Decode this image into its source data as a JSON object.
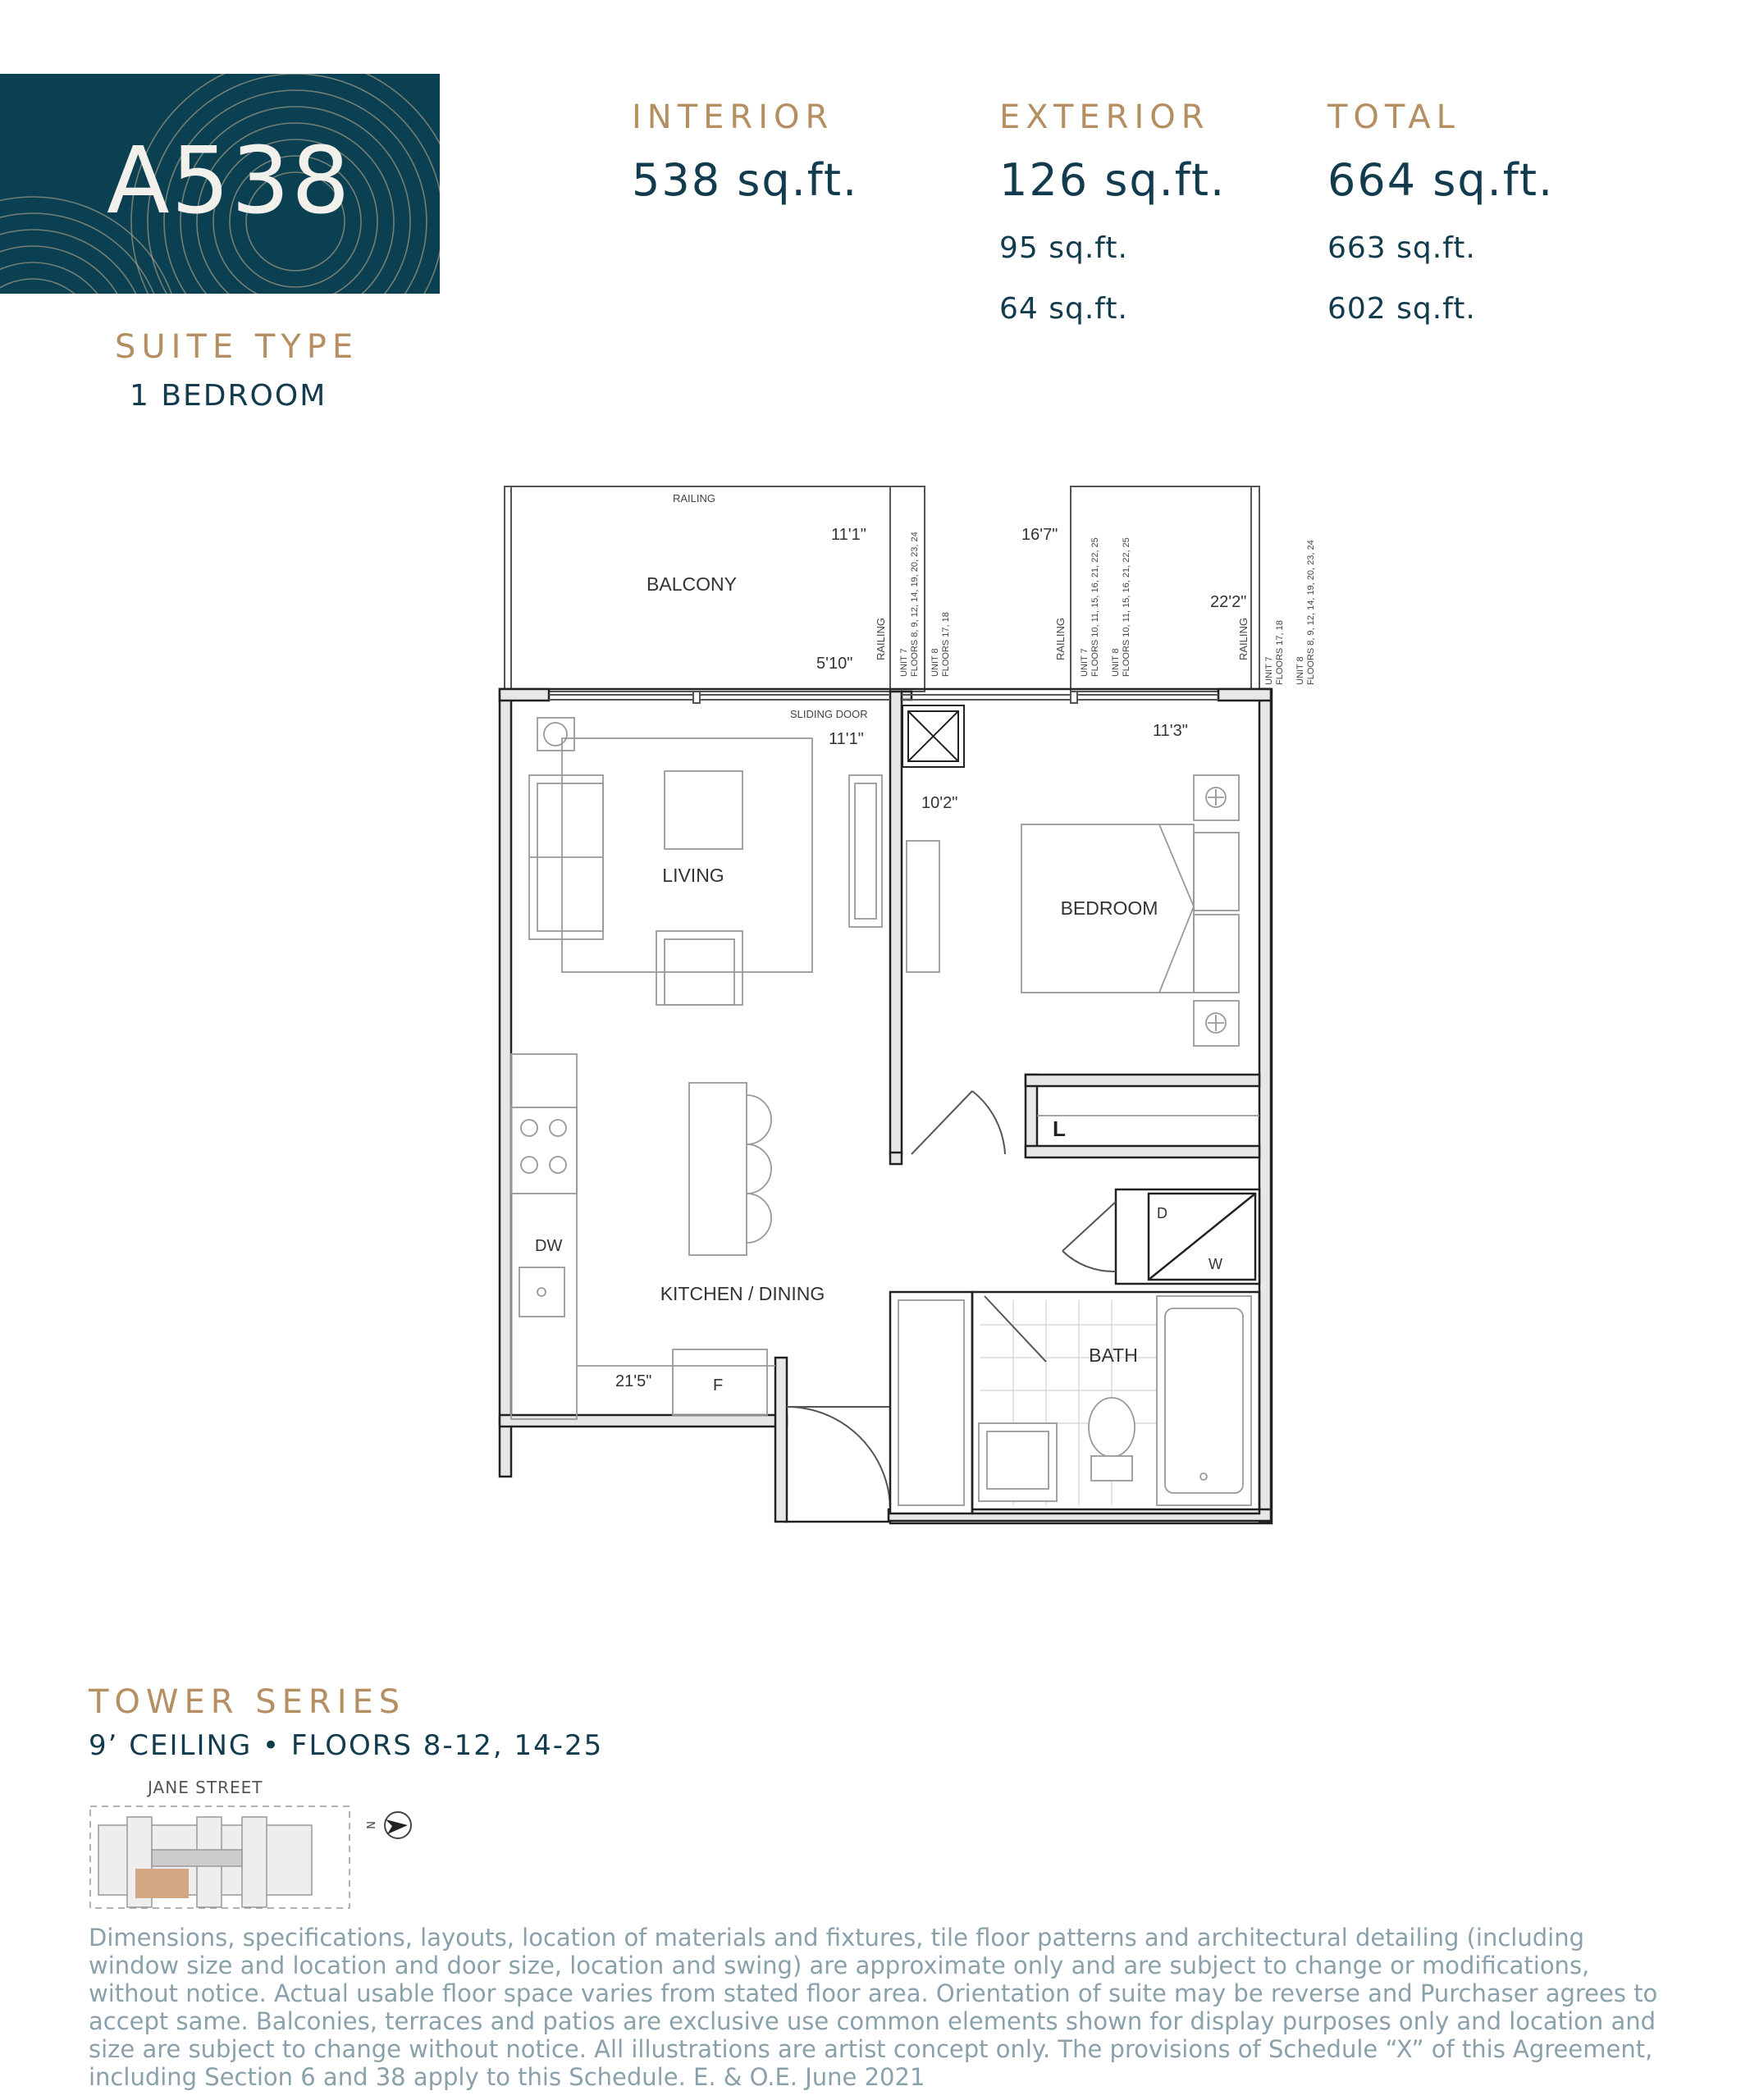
{
  "suite": {
    "code": "A538",
    "type_label": "SUITE TYPE",
    "type_value": "1 BEDROOM"
  },
  "areas": [
    {
      "label": "INTERIOR",
      "value": "538 sq.ft.",
      "alternates": []
    },
    {
      "label": "EXTERIOR",
      "value": "126 sq.ft.",
      "alternates": [
        "95 sq.ft.",
        "64 sq.ft."
      ]
    },
    {
      "label": "TOTAL",
      "value": "664 sq.ft.",
      "alternates": [
        "663 sq.ft.",
        "602 sq.ft."
      ]
    }
  ],
  "plan": {
    "rooms": {
      "balcony": "BALCONY",
      "living": "LIVING",
      "bedroom": "BEDROOM",
      "kitchen": "KITCHEN / DINING",
      "bath": "BATH"
    },
    "labels": {
      "railing_top": "RAILING",
      "railing_1": "RAILING",
      "railing_2": "RAILING",
      "railing_3": "RAILING",
      "sliding_door": "SLIDING DOOR",
      "dw": "DW",
      "f": "F",
      "l": "L",
      "d": "D",
      "w": "W"
    },
    "dimensions": {
      "balcony_depth": "11'1\"",
      "balcony_width": "5'10\"",
      "mid_balcony": "16'7\"",
      "right_balcony": "22'2\"",
      "living_width": "11'1\"",
      "bedroom_width": "11'3\"",
      "bedroom_depth": "10'2\"",
      "kitchen_length": "21'5\""
    },
    "unit_notes": {
      "u1a": "UNIT 7",
      "u1b": "FLOORS 8, 9, 12, 14, 19, 20, 23, 24",
      "u1c": "UNIT 8",
      "u1d": "FLOORS 17, 18",
      "u2a": "UNIT 7",
      "u2b": "FLOORS 10, 11, 15, 16, 21, 22, 25",
      "u2c": "UNIT 8",
      "u2d": "FLOORS 10, 11, 15, 16, 21, 22, 25",
      "u3a": "UNIT 7",
      "u3b": "FLOORS 17, 18",
      "u3c": "UNIT 8",
      "u3d": "FLOORS 8, 9, 12, 14, 19, 20, 23, 24"
    }
  },
  "series": {
    "name": "TOWER SERIES",
    "detail": "9’ CEILING • FLOORS 8-12, 14-25"
  },
  "keyplan": {
    "street": "JANE STREET",
    "north": "N"
  },
  "colors": {
    "navy": "#0b3f52",
    "gold": "#b58e61",
    "highlight": "#d4a783"
  },
  "disclaimer": "Dimensions, specifications, layouts, location of materials and fixtures, tile floor patterns and architectural detailing (including window size and location and door size, location and swing) are approximate only and are subject to change or modifications, without notice. Actual usable floor space varies from stated floor area. Orientation of suite may be reverse and Purchaser agrees to accept same. Balconies, terraces and patios are exclusive use common elements shown for display purposes only and location and size are subject to change without notice. All illustrations are artist concept only. The provisions of Schedule “X” of this Agreement, including Section 6 and 38 apply to this Schedule. E. & O.E. June 2021"
}
